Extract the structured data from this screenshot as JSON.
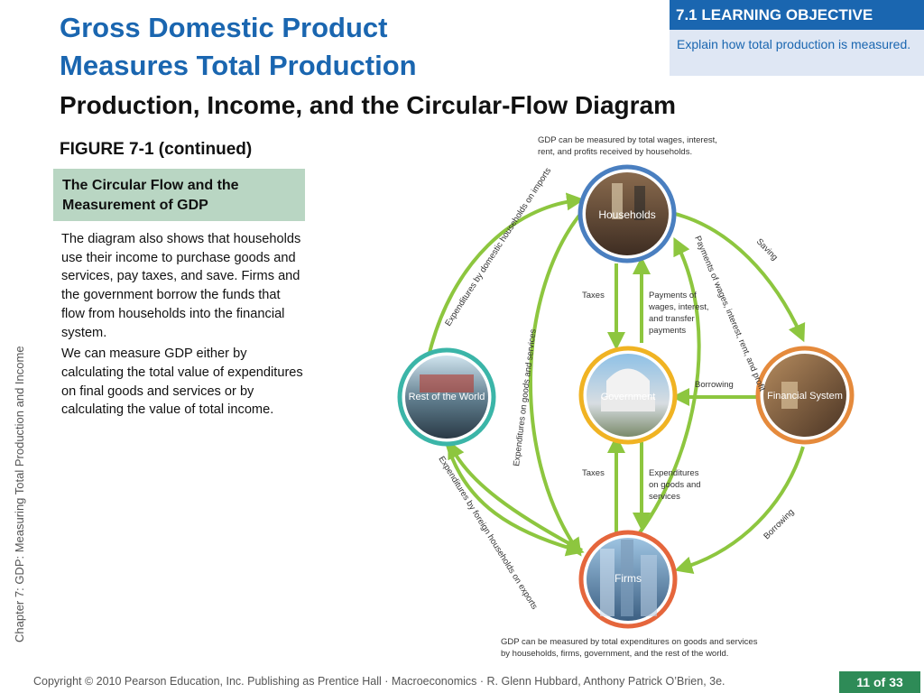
{
  "title": {
    "line1": "Gross Domestic Product",
    "line2": "Measures Total Production"
  },
  "learning_objective": {
    "header": "7.1 LEARNING OBJECTIVE",
    "text": "Explain how total production is measured."
  },
  "subtitle": "Production, Income, and the Circular-Flow Diagram",
  "figure_label": "FIGURE 7-1 (continued)",
  "caption": "The Circular Flow and the Measurement of GDP",
  "body": {
    "p1": "The diagram also shows that households use their income to purchase goods and services, pay taxes, and save. Firms and the government borrow the funds that flow from households into the financial system.",
    "p2": "We can measure GDP either by calculating the total value of expenditures on final goods and services or by calculating the value of total income."
  },
  "sidebar_text": "Chapter 7:  GDP: Measuring Total Production and Income",
  "diagram": {
    "top_note_line1": "GDP can be measured by total wages, interest,",
    "top_note_line2": "rent, and profits received by households.",
    "bottom_note_line1": "GDP can be measured by total expenditures on goods and services",
    "bottom_note_line2": "by households, firms, government, and the rest of the world.",
    "nodes": {
      "households": "Households",
      "rest_of_world": "Rest of the World",
      "government": "Government",
      "financial_system": "Financial System",
      "firms": "Firms"
    },
    "labels": {
      "exp_imports": "Expenditures by domestic households on imports",
      "payments_wages": "Payments of wages, interest, rent, and profit",
      "saving": "Saving",
      "taxes_top": "Taxes",
      "payments_transfer_1": "Payments of",
      "payments_transfer_2": "wages, interest,",
      "payments_transfer_3": "and transfer",
      "payments_transfer_4": "payments",
      "exp_goods_vertical": "Expenditures on goods and services",
      "borrowing_mid": "Borrowing",
      "taxes_bottom": "Taxes",
      "exp_gov_1": "Expenditures",
      "exp_gov_2": "on goods and",
      "exp_gov_3": "services",
      "exp_exports": "Expenditures by foreign households on exports",
      "borrowing_bottom": "Borrowing"
    },
    "colors": {
      "arrow": "#8dc63f",
      "households_ring": "#4a7fc0",
      "rest_ring": "#3bb5a8",
      "government_ring": "#f0b323",
      "financial_ring": "#e58a3c",
      "firms_ring": "#e5663c"
    }
  },
  "footer": "Copyright © 2010 Pearson Education, Inc. Publishing as Prentice Hall · Macroeconomics · R. Glenn Hubbard, Anthony Patrick O’Brien, 3e.",
  "page": {
    "current": "11",
    "of": "of",
    "total": "33"
  }
}
